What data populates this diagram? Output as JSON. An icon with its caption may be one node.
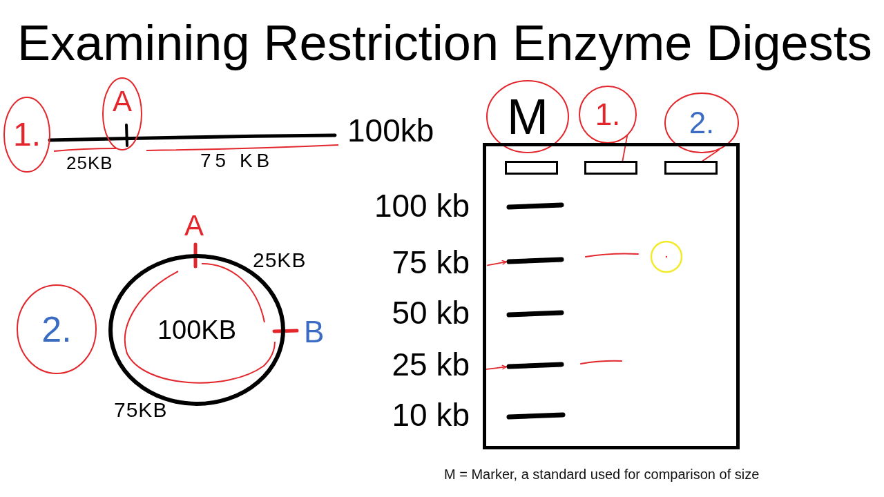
{
  "diagram": {
    "title": "Examining Restriction Enzyme Digests",
    "caption": "M = Marker, a standard used for comparison of size",
    "nodes": [
      {
        "text": [
          "1."
        ]
      },
      {
        "text": [
          "A"
        ]
      },
      {
        "text": [
          "M"
        ]
      },
      {
        "text": [
          "1."
        ]
      },
      {
        "text": [
          "2."
        ]
      },
      {
        "text": [],
        "shape": "box"
      },
      {
        "text": [],
        "shape": "box",
        "in": 5
      },
      {
        "text": [],
        "shape": "box",
        "in": 5
      },
      {
        "text": [],
        "shape": "box",
        "in": 5
      },
      {
        "text": [],
        "shape": "bar",
        "in": 5
      },
      {
        "text": [],
        "shape": "bar",
        "in": 5
      },
      {
        "text": [
          "2."
        ]
      },
      {
        "text": [
          "100KB"
        ],
        "beside": [
          "A",
          "25KB",
          "B",
          "75KB"
        ]
      }
    ],
    "edges": [
      {
        "from": null,
        "to": 9,
        "arrow": "to"
      },
      {
        "from": null,
        "to": 10,
        "arrow": "to"
      },
      {
        "from": 3,
        "to": 7,
        "arrow": "none"
      },
      {
        "from": 4,
        "to": 8,
        "arrow": "none"
      }
    ],
    "labels": [
      "100kb",
      "25KB",
      "75 KB",
      "100 kb",
      "75 kb",
      "50 kb",
      "25 kb",
      "10 kb"
    ]
  }
}
